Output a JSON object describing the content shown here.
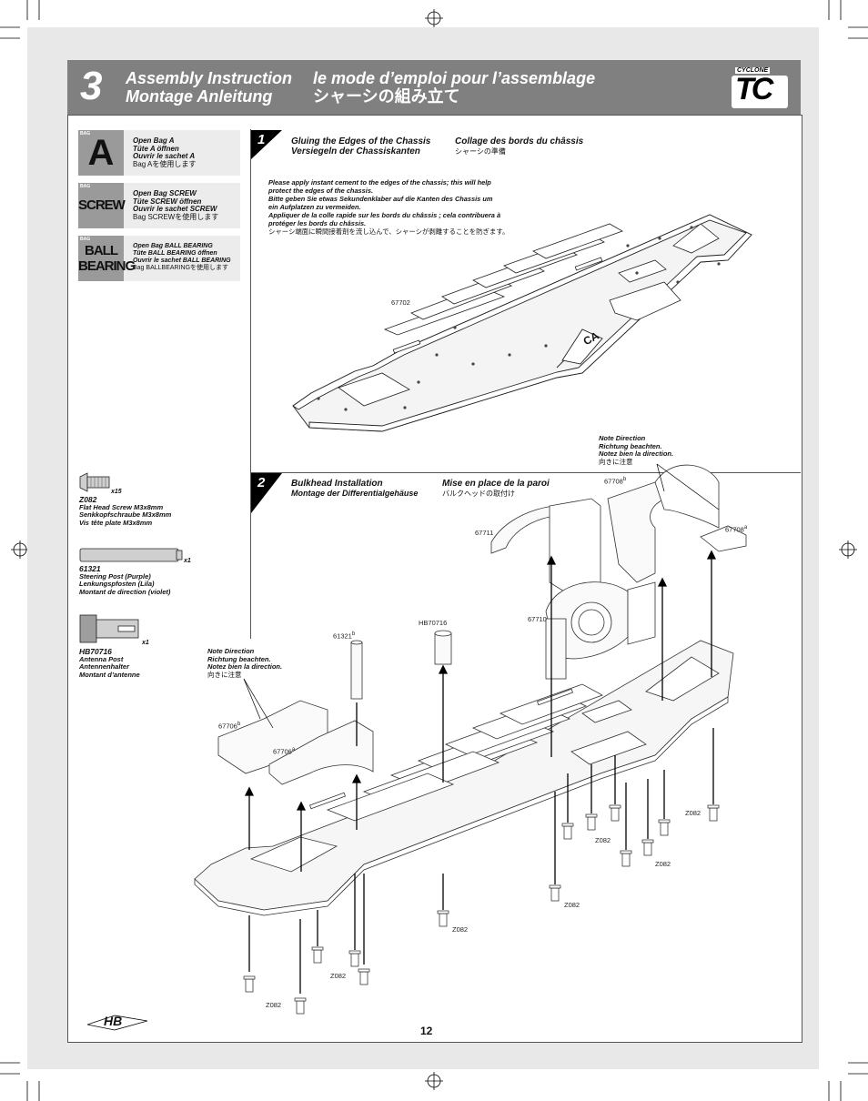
{
  "header": {
    "step_number": "3",
    "title_en": "Assembly Instruction",
    "title_fr": "le mode d’emploi pour l’assemblage",
    "title_de": "Montage Anleitung",
    "title_jp": "シャーシの組み立て",
    "logo_top": "CYCLONE",
    "logo_main": "TC"
  },
  "bags": [
    {
      "tag": "BAG",
      "letter": "A",
      "lines": [
        "Open Bag A",
        "Tüte A öffnen",
        "Ouvrir le sachet A"
      ],
      "jp": "Bag Aを使用します"
    },
    {
      "tag": "BAG",
      "letter": "SCREW",
      "lines": [
        "Open Bag SCREW",
        "Tüte SCREW öffnen",
        "Ouvrir le sachet SCREW"
      ],
      "jp": "Bag SCREWを使用します"
    },
    {
      "tag": "BAG",
      "letter_line1": "BALL",
      "letter_line2": "BEARING",
      "lines": [
        "Open Bag BALL BEARING",
        "Tüte BALL BEARING öffnen",
        "Ouvrir le sachet BALL BEARING"
      ],
      "jp": "Bag BALLBEARINGを使用します"
    }
  ],
  "step1": {
    "number": "1",
    "title_en": "Gluing the Edges of the Chassis",
    "title_de": "Versiegeln der Chassiskanten",
    "title_fr": "Collage des bords du châssis",
    "title_jp": "シャーシの準備",
    "instructions": [
      "Please apply instant cement to the edges of the chassis; this will help",
      "protect the edges of the chassis.",
      "Bitte geben Sie etwas Sekundenklaber auf die Kanten des Chassis um",
      "ein Aufplatzen zu vermeiden.",
      "Appliquer de la colle rapide sur les bords du châssis ; cela contribuera à",
      "protéger les bords du châssis."
    ],
    "instructions_jp": "シャーシ端面に瞬間接着剤を流し込んで、シャーシが剥離することを防ぎます。",
    "part_label": "67702",
    "glue_label": "CA"
  },
  "step2": {
    "number": "2",
    "title_en": "Bulkhead Installation",
    "title_de": "Montage der Differentialgehäuse",
    "title_fr": "Mise en place de la paroi",
    "title_jp": "バルクヘッドの取付け"
  },
  "parts": [
    {
      "code": "Z082",
      "qty": "x15",
      "lines": [
        "Flat Head Screw M3x8mm",
        "Senkkopfschraube M3x8mm",
        "Vis tête plate M3x8mm"
      ]
    },
    {
      "code": "61321",
      "qty": "x1",
      "lines": [
        "Steering Post (Purple)",
        "Lenkungspfosten (Lila)",
        "Montant de direction (violet)"
      ]
    },
    {
      "code": "HB70716",
      "qty": "x1",
      "lines": [
        "Antenna Post",
        "Antennenhalter",
        "Montant d’antenne"
      ]
    }
  ],
  "notes": {
    "lines": [
      "Note Direction",
      "Richtung beachten.",
      "Notez bien la direction."
    ],
    "jp": "向きに注意"
  },
  "labels": {
    "p67711": "67711",
    "p67708": "67708",
    "p67710": "67710",
    "p61321": "61321",
    "hb70716": "HB70716",
    "p67706": "67706",
    "z082": "Z082",
    "sub_a": "a",
    "sub_b": "b"
  },
  "page_number": "12",
  "footer_logo": "HB"
}
